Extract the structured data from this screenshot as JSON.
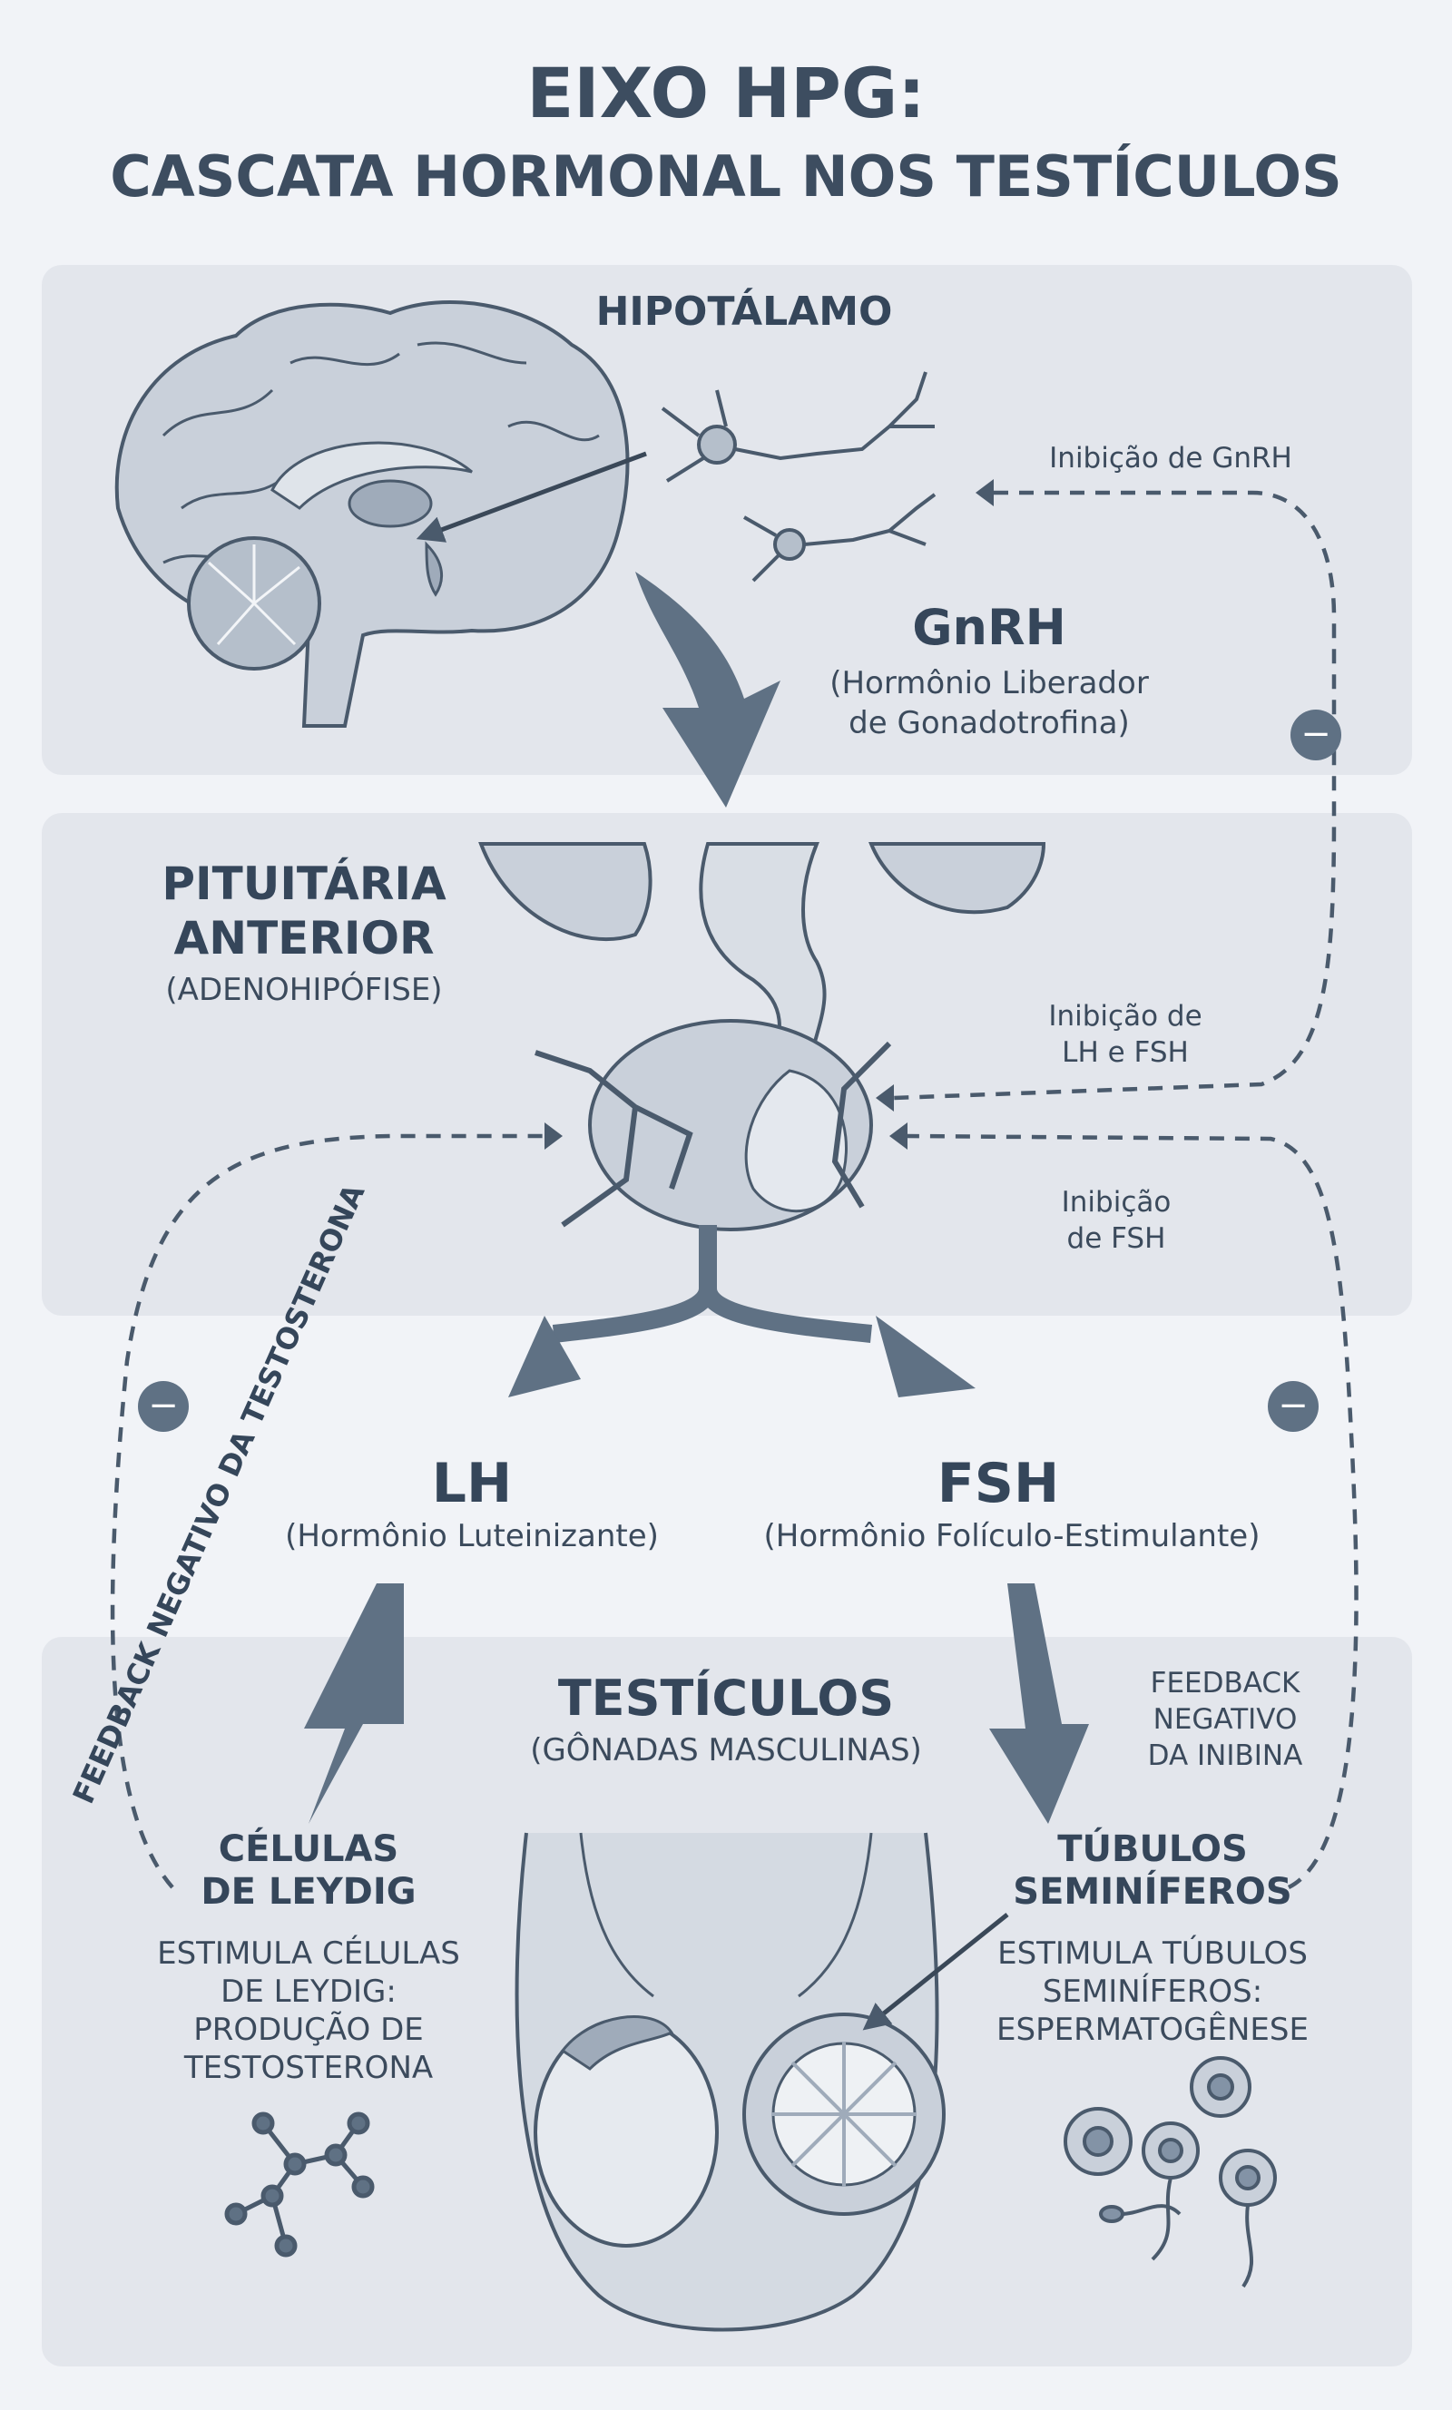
{
  "title": {
    "line1": "EIXO HPG:",
    "line2": "CASCATA HORMONAL NOS TESTÍCULOS"
  },
  "hypothalamus": {
    "label": "HIPOTÁLAMO",
    "hormone": "GnRH",
    "hormone_full_1": "(Hormônio Liberador",
    "hormone_full_2": "de Gonadotrofina)"
  },
  "pituitary": {
    "label_1": "PITUITÁRIA",
    "label_2": "ANTERIOR",
    "sublabel": "(ADENOHIPÓFISE)"
  },
  "lh": {
    "name": "LH",
    "full": "(Hormônio Luteinizante)"
  },
  "fsh": {
    "name": "FSH",
    "full": "(Hormônio Folículo-Estimulante)"
  },
  "testes": {
    "label": "TESTÍCULOS",
    "sublabel": "(GÔNADAS MASCULINAS)"
  },
  "leydig": {
    "label_1": "CÉLULAS",
    "label_2": "DE LEYDIG",
    "desc_1": "ESTIMULA CÉLULAS",
    "desc_2": "DE LEYDIG:",
    "desc_3": "PRODUÇÃO DE",
    "desc_4": "TESTOSTERONA"
  },
  "tubules": {
    "label_1": "TÚBULOS",
    "label_2": "SEMINÍFEROS",
    "desc_1": "ESTIMULA TÚBULOS",
    "desc_2": "SEMINÍFEROS:",
    "desc_3": "ESPERMATOGÊNESE"
  },
  "feedback": {
    "gnrh_inhibition": "Inibição de GnRH",
    "lh_fsh_inhibition_1": "Inibição de",
    "lh_fsh_inhibition_2": "LH e FSH",
    "fsh_inhibition_1": "Inibição",
    "fsh_inhibition_2": "de FSH",
    "testosterone_feedback": "FEEDBACK NEGATIVO DA TESTOSTERONA",
    "inhibin_feedback_1": "FEEDBACK",
    "inhibin_feedback_2": "NEGATIVO",
    "inhibin_feedback_3": "DA INIBINA",
    "minus_symbol": "−"
  },
  "colors": {
    "arrow": "#5f7184",
    "tissue": "#c9d0da",
    "outline": "#4a5a6c"
  }
}
